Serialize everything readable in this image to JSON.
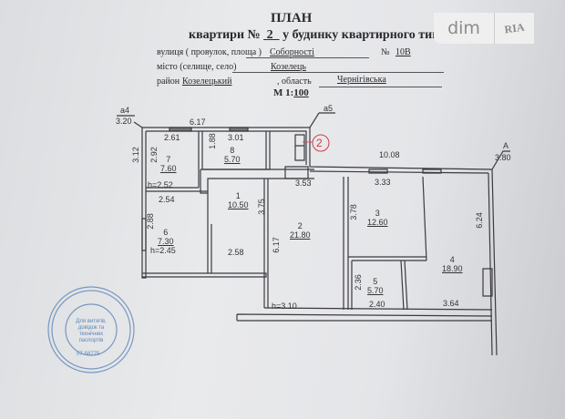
{
  "header": {
    "title": "ПЛАН",
    "subtitle_prefix": "квартири №",
    "apartment_no": "2",
    "subtitle_suffix": "у будинку квартирного типу",
    "street_label": "вулиця ( провулок, площа )",
    "street": "Соборності",
    "house_label": "№",
    "house": "10В",
    "city_label": "місто (селище, село)",
    "city": "Козелець",
    "district_label": "район",
    "district": "Козелецький",
    "region_label": ", область",
    "region": "Чернігівська",
    "scale_label": "М 1:",
    "scale": "100"
  },
  "watermark": {
    "left": "dim",
    "right": "RIA",
    "color": "#8c8c8c"
  },
  "plan": {
    "rooms": [
      {
        "no": "7",
        "area": "7.60"
      },
      {
        "no": "8",
        "area": "5.70"
      },
      {
        "no": "1",
        "area": "10.50"
      },
      {
        "no": "6",
        "area": "7.30"
      },
      {
        "no": "2",
        "area": "21.80"
      },
      {
        "no": "3",
        "area": "12.60"
      },
      {
        "no": "5",
        "area": "5.70"
      },
      {
        "no": "4",
        "area": "18.90"
      }
    ],
    "dims": {
      "a4": "а4",
      "d320": "3.20",
      "d617top": "6.17",
      "d261": "2.61",
      "d301": "3.01",
      "d312": "3.12",
      "d292": "2.92",
      "d188": "1.88",
      "h252": "h=2.52",
      "d254": "2.54",
      "d288": "2.88",
      "h245": "h=2.45",
      "d258": "2.58",
      "d375": "3.75",
      "d617": "6.17",
      "d353": "3.53",
      "d1008": "10.08",
      "d333": "3.33",
      "d378": "3.78",
      "A": "А",
      "d380": "3.80",
      "d624": "6.24",
      "d236": "2.36",
      "d240": "2.40",
      "d364": "3.64",
      "h310": "h=3.10",
      "a5": "а5"
    },
    "marker": "2",
    "marker_color": "#d23a4a"
  },
  "stamp": {
    "center_text": "Для витягів, довідок та технічних паспортів",
    "code": "07-58775",
    "color": "#5b86b8"
  }
}
